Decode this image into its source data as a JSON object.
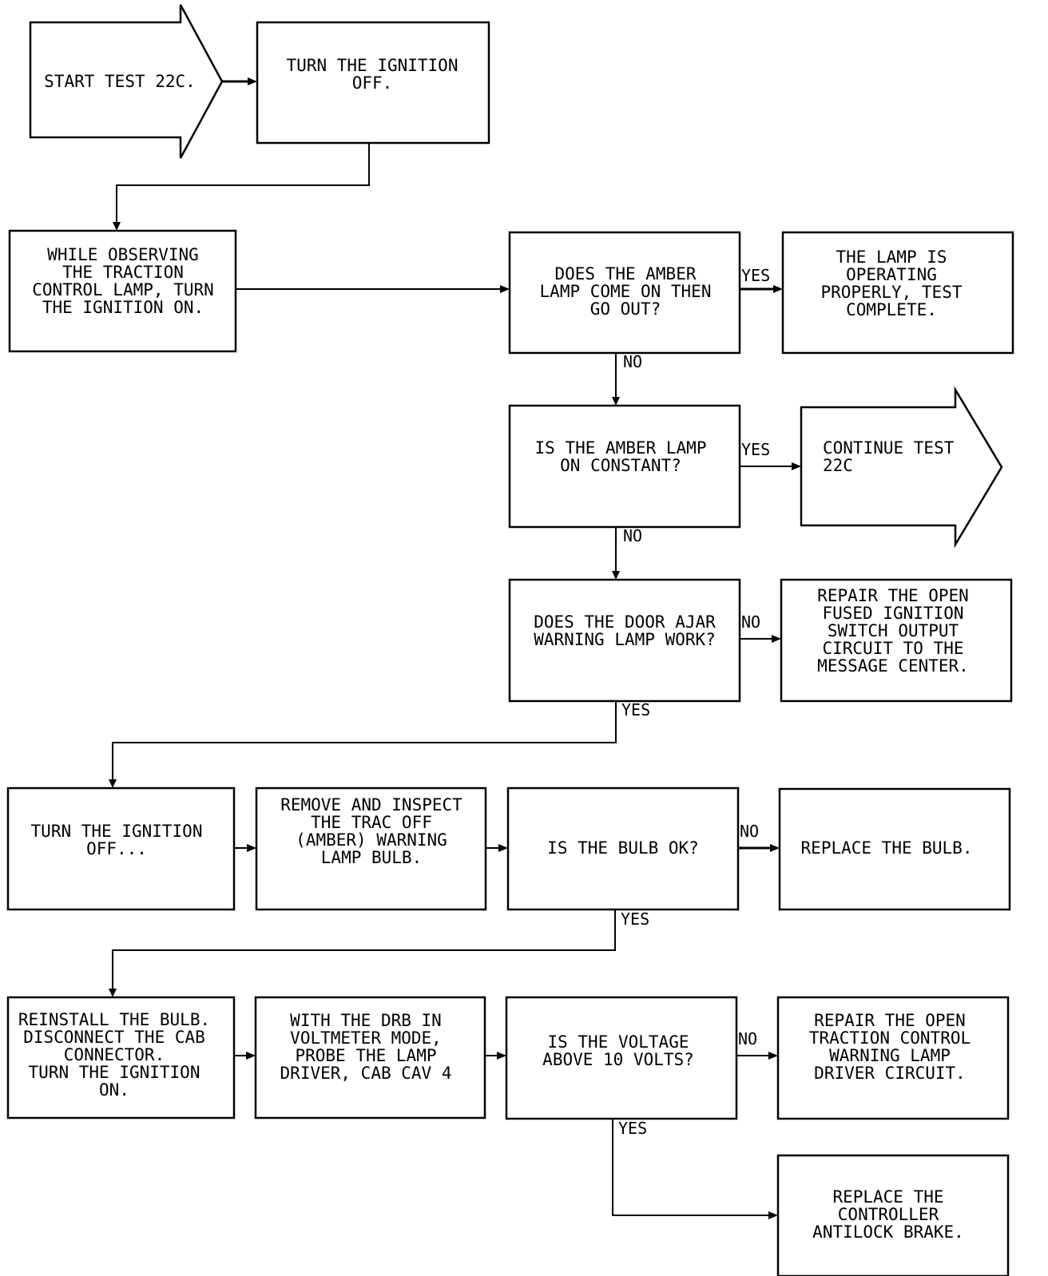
{
  "nodes": {
    "start": [
      "START TEST 22C."
    ],
    "ignition_off_1": [
      "TURN THE IGNITION",
      "OFF."
    ],
    "observe_lamp": [
      "WHILE OBSERVING",
      "THE TRACTION",
      "CONTROL LAMP, TURN",
      "THE IGNITION ON."
    ],
    "q_amber_on_off": [
      "DOES THE AMBER",
      "LAMP COME ON THEN",
      "GO OUT?"
    ],
    "lamp_ok": [
      "THE LAMP IS",
      "OPERATING",
      "PROPERLY, TEST",
      "COMPLETE."
    ],
    "q_amber_constant": [
      "IS THE AMBER LAMP",
      "ON CONSTANT?"
    ],
    "continue_test": [
      "CONTINUE TEST",
      "22C"
    ],
    "q_door_ajar": [
      "DOES THE DOOR AJAR",
      "WARNING LAMP WORK?"
    ],
    "repair_fused": [
      "REPAIR THE OPEN",
      "FUSED IGNITION",
      "SWITCH OUTPUT",
      "CIRCUIT TO THE",
      "MESSAGE CENTER."
    ],
    "ignition_off_2": [
      "TURN THE IGNITION",
      "OFF..."
    ],
    "remove_bulb": [
      "REMOVE AND INSPECT",
      "THE TRAC OFF",
      "(AMBER) WARNING",
      "LAMP BULB."
    ],
    "q_bulb_ok": [
      "IS THE BULB OK?"
    ],
    "replace_bulb": [
      "REPLACE THE BULB."
    ],
    "reinstall": [
      "REINSTALL THE BULB.",
      "DISCONNECT THE CAB",
      "CONNECTOR.",
      "TURN THE IGNITION",
      "ON."
    ],
    "drb_probe": [
      "WITH THE DRB IN",
      "VOLTMETER MODE,",
      "PROBE THE LAMP",
      "DRIVER, CAB CAV 4"
    ],
    "q_voltage": [
      "IS THE VOLTAGE",
      "ABOVE 10 VOLTS?"
    ],
    "repair_traction": [
      "REPAIR THE OPEN",
      "TRACTION CONTROL",
      "WARNING LAMP",
      "DRIVER CIRCUIT."
    ],
    "replace_controller": [
      "REPLACE THE",
      "CONTROLLER",
      "ANTILOCK BRAKE."
    ]
  },
  "edge_labels": {
    "amber_on_off_yes": "YES",
    "amber_on_off_no": "NO",
    "amber_constant_yes": "YES",
    "amber_constant_no": "NO",
    "door_ajar_no": "NO",
    "door_ajar_yes": "YES",
    "bulb_ok_no": "NO",
    "bulb_ok_yes": "YES",
    "voltage_no": "NO",
    "voltage_yes": "YES"
  }
}
